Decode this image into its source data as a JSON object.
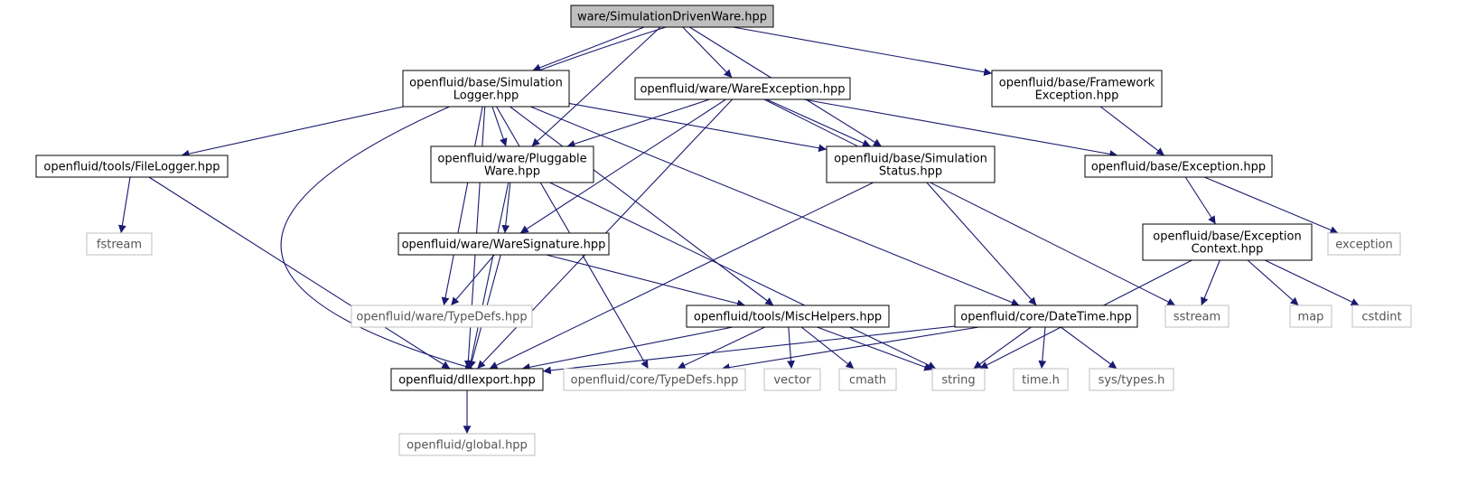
{
  "graph": {
    "title": "ware/SimulationDrivenWare.hpp",
    "colors": {
      "edge": "#191970",
      "node_border": "#000000",
      "root_fill": "#bfbfbf",
      "external_border": "#bfbfbf",
      "external_text": "#555555"
    },
    "nodes": [
      {
        "id": "root",
        "type": "root",
        "lines": [
          "ware/SimulationDrivenWare.hpp"
        ]
      },
      {
        "id": "simlogger",
        "type": "internal",
        "lines": [
          "openfluid/base/Simulation",
          "Logger.hpp"
        ]
      },
      {
        "id": "wareexc",
        "type": "internal",
        "lines": [
          "openfluid/ware/WareException.hpp"
        ]
      },
      {
        "id": "fwexc",
        "type": "internal",
        "lines": [
          "openfluid/base/Framework",
          "Exception.hpp"
        ]
      },
      {
        "id": "filelogger",
        "type": "internal",
        "lines": [
          "openfluid/tools/FileLogger.hpp"
        ]
      },
      {
        "id": "pluggable",
        "type": "internal",
        "lines": [
          "openfluid/ware/Pluggable",
          "Ware.hpp"
        ]
      },
      {
        "id": "simstatus",
        "type": "internal",
        "lines": [
          "openfluid/base/Simulation",
          "Status.hpp"
        ]
      },
      {
        "id": "exception",
        "type": "internal",
        "lines": [
          "openfluid/base/Exception.hpp"
        ]
      },
      {
        "id": "fstream",
        "type": "external",
        "lines": [
          "fstream"
        ]
      },
      {
        "id": "waresig",
        "type": "internal",
        "lines": [
          "openfluid/ware/WareSignature.hpp"
        ]
      },
      {
        "id": "exccontext",
        "type": "internal",
        "lines": [
          "openfluid/base/Exception",
          "Context.hpp"
        ]
      },
      {
        "id": "exceptionstd",
        "type": "external",
        "lines": [
          "exception"
        ]
      },
      {
        "id": "waretypedefs",
        "type": "external",
        "lines": [
          "openfluid/ware/TypeDefs.hpp"
        ]
      },
      {
        "id": "mischelpers",
        "type": "internal",
        "lines": [
          "openfluid/tools/MiscHelpers.hpp"
        ]
      },
      {
        "id": "datetime",
        "type": "internal",
        "lines": [
          "openfluid/core/DateTime.hpp"
        ]
      },
      {
        "id": "sstream",
        "type": "external",
        "lines": [
          "sstream"
        ]
      },
      {
        "id": "map",
        "type": "external",
        "lines": [
          "map"
        ]
      },
      {
        "id": "cstdint",
        "type": "external",
        "lines": [
          "cstdint"
        ]
      },
      {
        "id": "dllexport",
        "type": "internal",
        "lines": [
          "openfluid/dllexport.hpp"
        ]
      },
      {
        "id": "coretypedefs",
        "type": "external",
        "lines": [
          "openfluid/core/TypeDefs.hpp"
        ]
      },
      {
        "id": "vector",
        "type": "external",
        "lines": [
          "vector"
        ]
      },
      {
        "id": "cmath",
        "type": "external",
        "lines": [
          "cmath"
        ]
      },
      {
        "id": "string",
        "type": "external",
        "lines": [
          "string"
        ]
      },
      {
        "id": "timeh",
        "type": "external",
        "lines": [
          "time.h"
        ]
      },
      {
        "id": "systypes",
        "type": "external",
        "lines": [
          "sys/types.h"
        ]
      },
      {
        "id": "global",
        "type": "external",
        "lines": [
          "openfluid/global.hpp"
        ]
      }
    ],
    "edges": [
      [
        "root",
        "dllexport"
      ],
      [
        "root",
        "simlogger"
      ],
      [
        "root",
        "pluggable"
      ],
      [
        "root",
        "wareexc"
      ],
      [
        "root",
        "simstatus"
      ],
      [
        "root",
        "fwexc"
      ],
      [
        "simlogger",
        "filelogger"
      ],
      [
        "simlogger",
        "pluggable"
      ],
      [
        "simlogger",
        "simstatus"
      ],
      [
        "simlogger",
        "dllexport"
      ],
      [
        "simlogger",
        "waretypedefs"
      ],
      [
        "simlogger",
        "mischelpers"
      ],
      [
        "simlogger",
        "datetime"
      ],
      [
        "simlogger",
        "coretypedefs"
      ],
      [
        "wareexc",
        "pluggable"
      ],
      [
        "wareexc",
        "simstatus"
      ],
      [
        "wareexc",
        "exception"
      ],
      [
        "wareexc",
        "waresig"
      ],
      [
        "wareexc",
        "sstream"
      ],
      [
        "wareexc",
        "dllexport"
      ],
      [
        "fwexc",
        "exception"
      ],
      [
        "filelogger",
        "fstream"
      ],
      [
        "filelogger",
        "dllexport"
      ],
      [
        "pluggable",
        "waresig"
      ],
      [
        "pluggable",
        "dllexport"
      ],
      [
        "pluggable",
        "string"
      ],
      [
        "simstatus",
        "datetime"
      ],
      [
        "simstatus",
        "dllexport"
      ],
      [
        "exception",
        "exccontext"
      ],
      [
        "exception",
        "exceptionstd"
      ],
      [
        "waresig",
        "waretypedefs"
      ],
      [
        "waresig",
        "mischelpers"
      ],
      [
        "waresig",
        "dllexport"
      ],
      [
        "exccontext",
        "sstream"
      ],
      [
        "exccontext",
        "map"
      ],
      [
        "exccontext",
        "cstdint"
      ],
      [
        "exccontext",
        "string"
      ],
      [
        "mischelpers",
        "dllexport"
      ],
      [
        "mischelpers",
        "coretypedefs"
      ],
      [
        "mischelpers",
        "vector"
      ],
      [
        "mischelpers",
        "cmath"
      ],
      [
        "mischelpers",
        "string"
      ],
      [
        "datetime",
        "dllexport"
      ],
      [
        "datetime",
        "coretypedefs"
      ],
      [
        "datetime",
        "string"
      ],
      [
        "datetime",
        "timeh"
      ],
      [
        "datetime",
        "systypes"
      ],
      [
        "dllexport",
        "global"
      ]
    ]
  }
}
